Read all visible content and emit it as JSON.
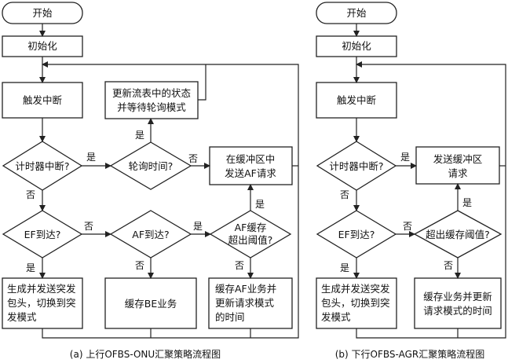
{
  "left": {
    "start": "开始",
    "init": "初始化",
    "trigger": "触发中断",
    "update_line1": "更新流表中的状态",
    "update_line2": "并等待轮询模式",
    "timer": "计时器中断?",
    "poll": "轮询时间?",
    "sendaf_line1": "在缓冲区中",
    "sendaf_line2": "发送AF请求",
    "ef": "EF到达?",
    "af": "AF到达?",
    "afbuf_line1": "AF缓存",
    "afbuf_line2": "超出阈值?",
    "gen_line1": "生成并发送突发",
    "gen_line2": "包头，切换到突",
    "gen_line3": "发模式",
    "cachebe": "缓存BE业务",
    "cacheaf_line1": "缓存AF业务并",
    "cacheaf_line2": "更新请求模式",
    "cacheaf_line3": "的时间",
    "caption": "(a) 上行OFBS-ONU汇聚策略流程图"
  },
  "right": {
    "start": "开始",
    "init": "初始化",
    "trigger": "触发中断",
    "timer": "计时器中断?",
    "sendbuf_line1": "发送缓冲区",
    "sendbuf_line2": "请求",
    "ef": "EF到达?",
    "overbuf": "超出缓存阈值?",
    "gen_line1": "生成并发送突发",
    "gen_line2": "包头，切换到突",
    "gen_line3": "发模式",
    "cache_line1": "缓存业务并更新",
    "cache_line2": "请求模式的时间",
    "caption": "(b) 下行OFBS-AGR汇聚策略流程图"
  },
  "labels": {
    "yes": "是",
    "no": "否"
  }
}
